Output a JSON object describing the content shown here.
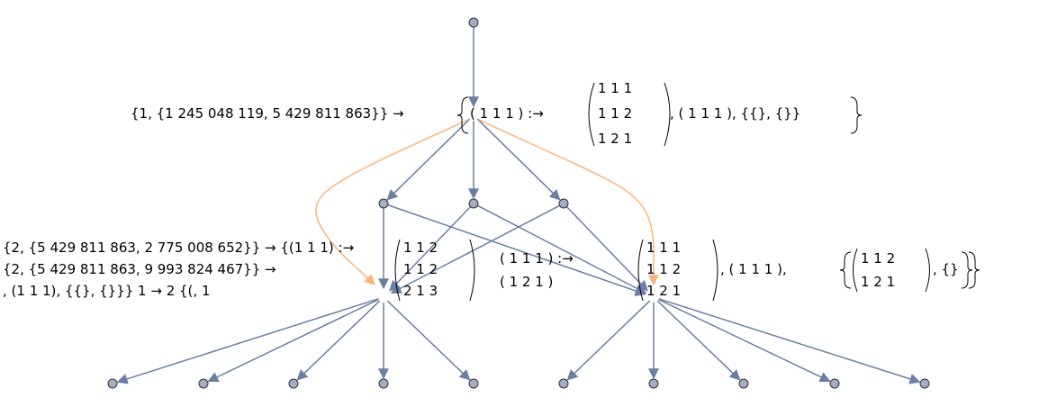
{
  "colors": {
    "edge": "#6a7fa3",
    "highlight": "#fbb47a",
    "node": "#a3adc4",
    "node_stroke": "#333333"
  },
  "labels": {
    "top_prefix": "{1, {1 245 048 119, 5 429 811 863}} →",
    "top_row": "( 1   1   1 ) :→",
    "top_matrix": [
      "1   1   1",
      "1   1   2",
      "1   2   1"
    ],
    "top_suffix": ", ( 1   1   1 ), {{}, {}}",
    "left_prefix": "{2, {5 429 811 863, 2 775 008 652}} → {(1  1  1) :→",
    "left_overlap": "{2, {5 429 811 863, 9 993 824 467}} →",
    "left_matrix": [
      "1   1   2",
      "1   1   2",
      "2   1   3"
    ],
    "mid_overlap": ", (1 1 1), {{}, {}}} 1 → 2 {(, 1",
    "right_rowvec": [
      "( 1   1   1 ) :→",
      "( 1   2   1 )"
    ],
    "right_matrix": [
      "1   1   1",
      "1   1   2",
      "1   2   1"
    ],
    "right_suffix": ", ( 1   1   1 ),",
    "right_matrix2": [
      "1   1   2",
      "1   2   1"
    ],
    "right_end": ", {}"
  }
}
